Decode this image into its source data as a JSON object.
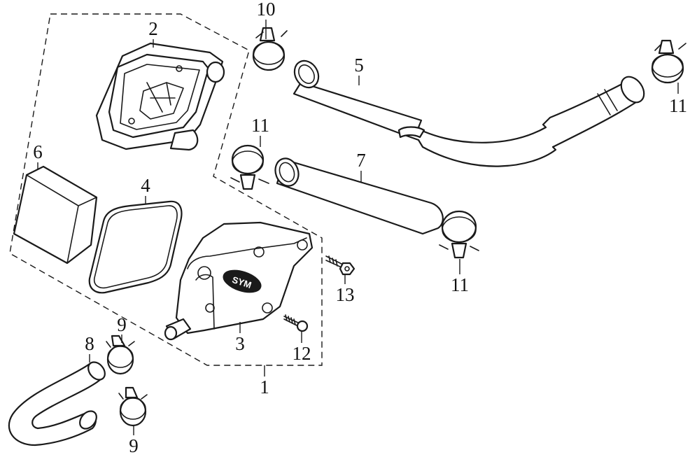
{
  "diagram": {
    "callouts": [
      {
        "id": "lbl-1",
        "text": "1"
      },
      {
        "id": "lbl-2",
        "text": "2"
      },
      {
        "id": "lbl-3",
        "text": "3"
      },
      {
        "id": "lbl-4",
        "text": "4"
      },
      {
        "id": "lbl-5",
        "text": "5"
      },
      {
        "id": "lbl-6",
        "text": "6"
      },
      {
        "id": "lbl-7",
        "text": "7"
      },
      {
        "id": "lbl-8",
        "text": "8"
      },
      {
        "id": "lbl-9a",
        "text": "9"
      },
      {
        "id": "lbl-9b",
        "text": "9"
      },
      {
        "id": "lbl-10",
        "text": "10"
      },
      {
        "id": "lbl-11a",
        "text": "11"
      },
      {
        "id": "lbl-11b",
        "text": "11"
      },
      {
        "id": "lbl-11c",
        "text": "11"
      },
      {
        "id": "lbl-12",
        "text": "12"
      },
      {
        "id": "lbl-13",
        "text": "13"
      }
    ],
    "logo_text": "SYM"
  }
}
